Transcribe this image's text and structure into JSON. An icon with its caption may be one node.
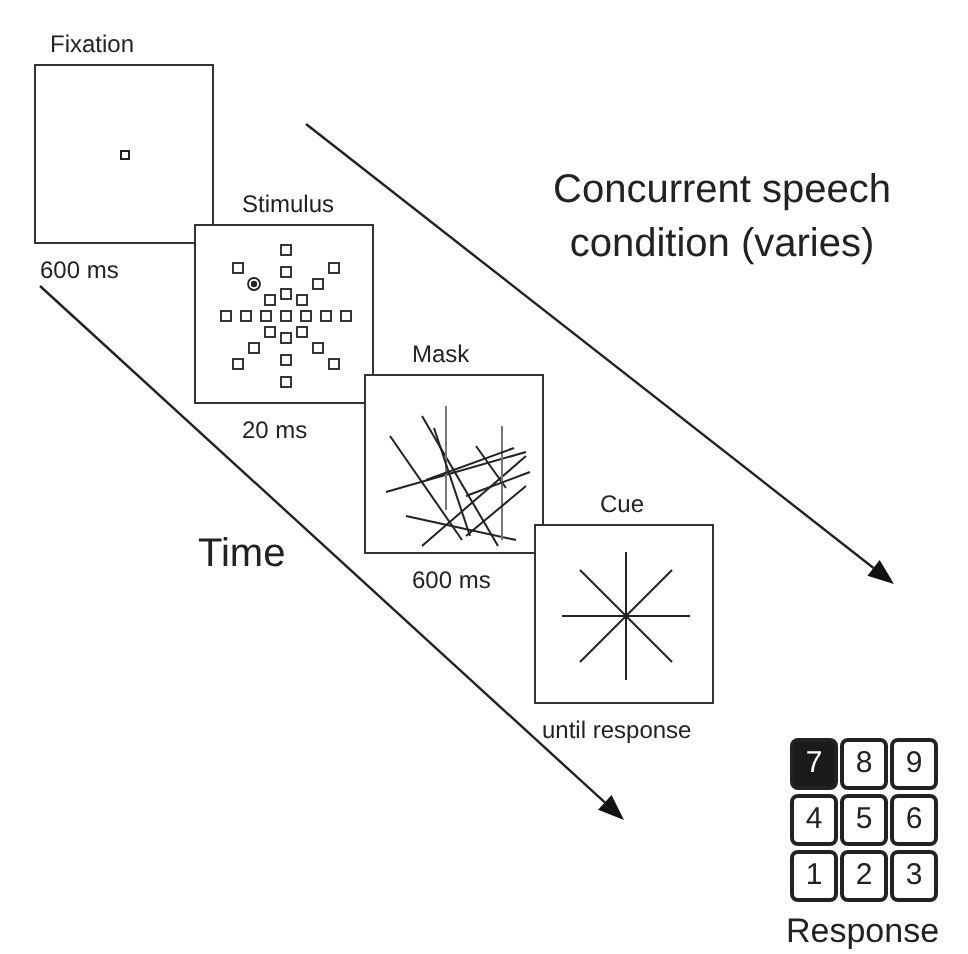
{
  "diagram": {
    "nodes": [
      {
        "text": [
          "Fixation"
        ],
        "beside": [
          "600 ms"
        ]
      },
      {
        "text": [
          "Stimulus"
        ],
        "beside": [
          "20 ms"
        ]
      },
      {
        "text": [
          "Mask"
        ],
        "beside": [
          "600 ms"
        ]
      },
      {
        "text": [
          "Cue"
        ],
        "beside": [
          "until response"
        ]
      },
      {
        "text": [
          "7"
        ]
      },
      {
        "text": [
          "8"
        ]
      },
      {
        "text": [
          "9"
        ]
      },
      {
        "text": [
          "4"
        ]
      },
      {
        "text": [
          "5"
        ]
      },
      {
        "text": [
          "6"
        ]
      },
      {
        "text": [
          "1"
        ]
      },
      {
        "text": [
          "2"
        ]
      },
      {
        "text": [
          "3"
        ]
      }
    ],
    "labels": [
      "Concurrent speech condition (varies)",
      "Time",
      "Response"
    ]
  }
}
